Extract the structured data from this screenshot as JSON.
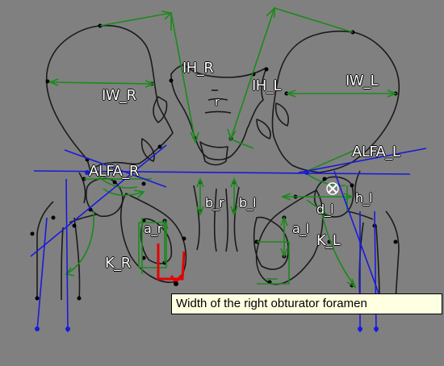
{
  "colors": {
    "background": "#808080",
    "outline": "#1a1a1a",
    "measure_green": "#1a8a1a",
    "axis_blue": "#1a1adc",
    "highlight_red": "#e60000",
    "tooltip_bg": "#ffffe1"
  },
  "labels": {
    "iw_r": "IW_R",
    "iw_l": "IW_L",
    "ih_r": "IH_R",
    "ih_l": "IH_L",
    "alfa_r": "ALFA_R",
    "alfa_l": "ALFA_L",
    "r_center": "r",
    "b_r": "b_r",
    "b_l": "b_l",
    "a_r": "a_r",
    "a_l": "a_l",
    "h_l": "h_l",
    "d_l": "d_l",
    "k_r": "K_R",
    "k_l": "K_L"
  },
  "tooltip": {
    "text": "Width of the right obturator foramen"
  }
}
